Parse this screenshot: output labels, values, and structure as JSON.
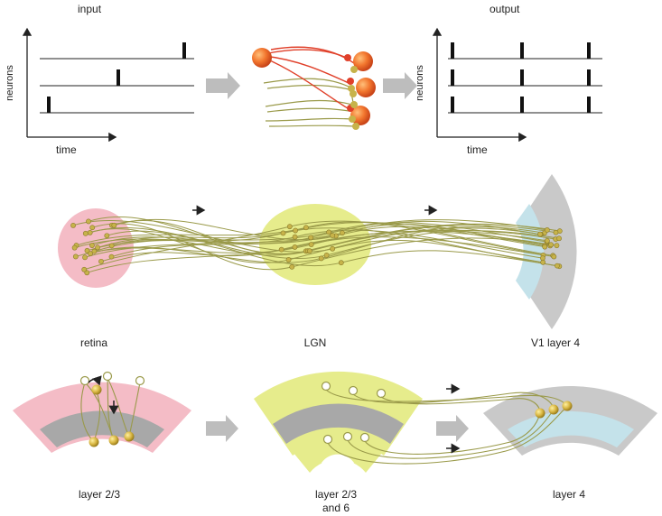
{
  "panel_a": {
    "input_title": "input",
    "output_title": "output",
    "ylabel": "neurons",
    "xlabel": "time"
  },
  "panel_b": {
    "retina": "retina",
    "lgn": "LGN",
    "v1": "V1 layer 4"
  },
  "panel_c": {
    "layer23": "layer 2/3",
    "layer236_line1": "layer 2/3",
    "layer236_line2": "and 6",
    "layer4": "layer 4"
  },
  "colors": {
    "axon": "#9a9a4a",
    "axon_dark": "#7d7d30",
    "neuron_olive": "#c7b34a",
    "neuron_red": "#e0402a",
    "pink": "#f4bcc6",
    "yellow": "#e6ec8c",
    "gray": "#c9c9c9",
    "dark_gray": "#a8a8a8",
    "light_blue": "#c4e2ea",
    "arrow_gray": "#bdbdbd"
  }
}
